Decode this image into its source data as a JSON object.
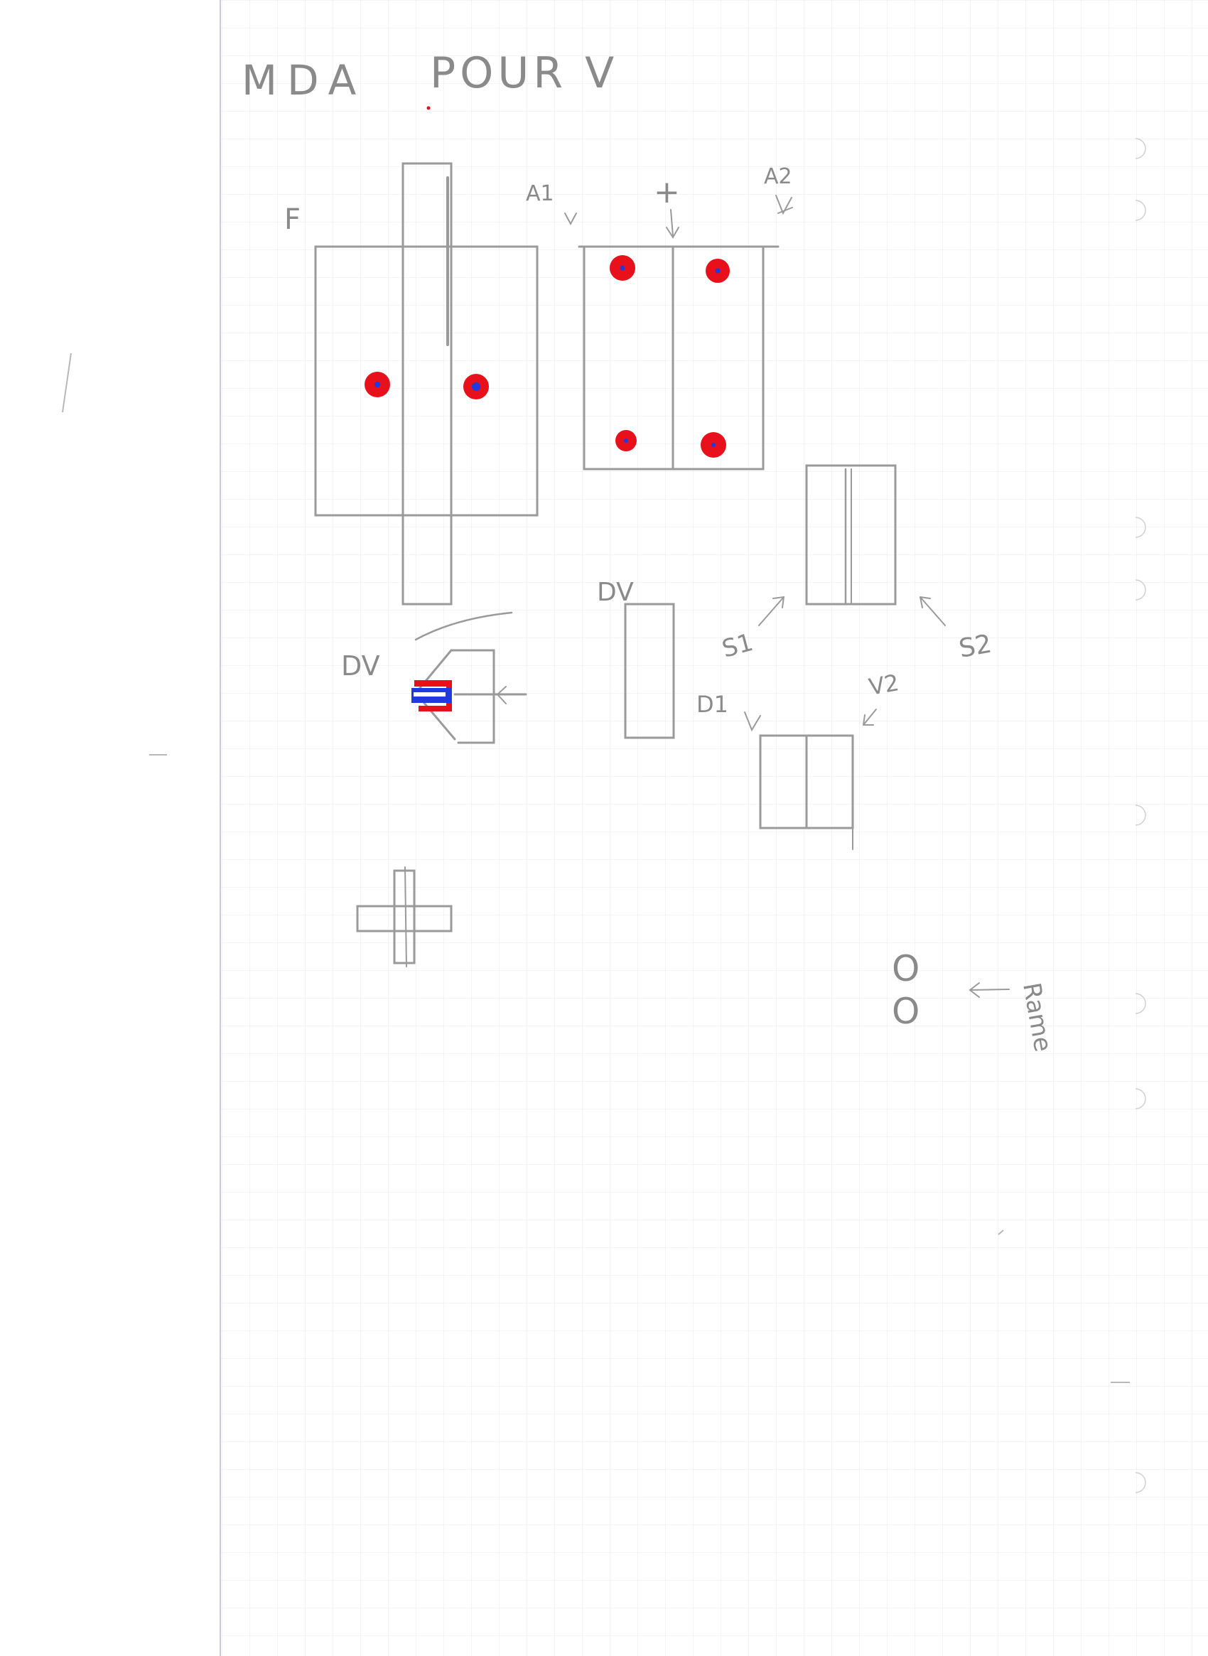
{
  "sheet": {
    "title_left": "MDA",
    "title_right": "POUR V",
    "labels": {
      "F": "F",
      "A1": "A1",
      "A2": "A2",
      "plus_top": "+",
      "DV_left": "DV",
      "DV_mid": "DV",
      "S1": "S1",
      "S2": "S2",
      "D1": "D1",
      "V2": "V2",
      "O": "O",
      "Rame": "Rame"
    },
    "colors": {
      "paper": "#ffffff",
      "grid": "#dfe3ea",
      "margin_line": "#c9ccd3",
      "pencil": "#9a9a9a",
      "marker_red": "#e8101a",
      "marker_blue": "#1f3ae0"
    }
  }
}
